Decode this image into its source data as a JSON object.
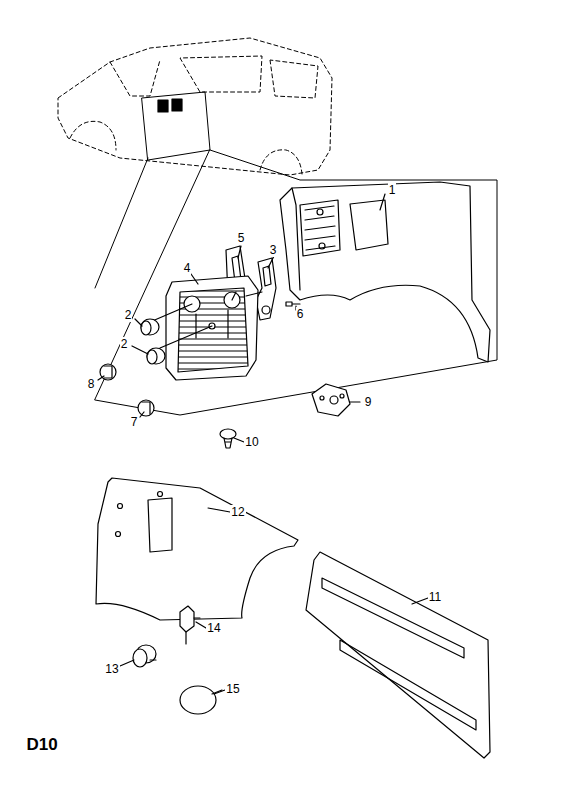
{
  "diagram": {
    "labels": [
      "1",
      "5",
      "3",
      "4",
      "6",
      "2",
      "2",
      "8",
      "7",
      "9",
      "10",
      "12",
      "11",
      "14",
      "13",
      "15",
      "D10"
    ]
  }
}
